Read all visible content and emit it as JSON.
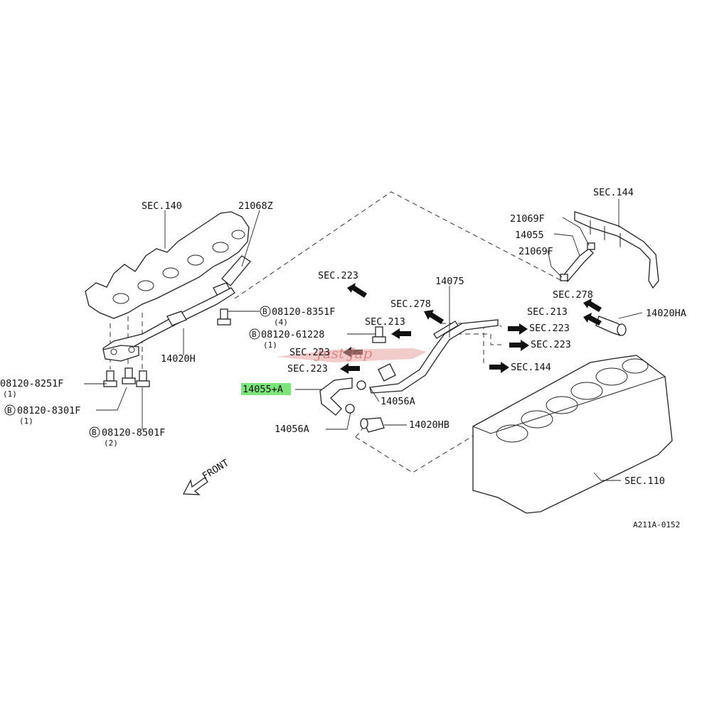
{
  "parts": {
    "sec140": "SEC.140",
    "p21068z": "21068Z",
    "b8351f": "08120-8351F",
    "q4": "(4)",
    "b61228": "08120-61228",
    "q1a": "(1)",
    "p14020h": "14020H",
    "b8251f": "08120-8251F",
    "q1b": "(1)",
    "b8301f": "08120-8301F",
    "q1c": "(1)",
    "b8501f": "08120-8501F",
    "q2": "(2)",
    "front": "FRONT",
    "sec223a": "SEC.223",
    "sec278a": "SEC.278",
    "sec213a": "SEC.213",
    "p14075": "14075",
    "sec223b": "SEC.223",
    "sec223c": "SEC.223",
    "sec223d": "SEC.223",
    "sec223e": "SEC.223",
    "sec144a": "SEC.144",
    "p14055a": "14055+A",
    "p14056a1": "14056A",
    "p14056a2": "14056A",
    "p14020hb": "14020HB",
    "sec144b": "SEC.144",
    "p21069f1": "21069F",
    "p14055": "14055",
    "p21069f2": "21069F",
    "sec278b": "SEC.278",
    "sec213b": "SEC.213",
    "p14020ha": "14020HA",
    "sec110": "SEC.110",
    "code": "A211A-0152",
    "b_marker": "B"
  },
  "watermark": "Just Jap",
  "highlight_color": "#7be57b"
}
